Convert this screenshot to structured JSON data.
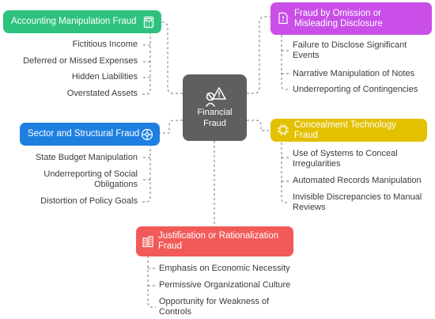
{
  "center": {
    "label_line1": "Financial",
    "label_line2": "Fraud",
    "icon": "fraud-alert-icon"
  },
  "colors": {
    "green": "#2ec27e",
    "blue": "#1e7fe0",
    "purple": "#c94fe8",
    "yellow": "#e3c000",
    "red": "#f25a5a",
    "center": "#5f5f5f",
    "connector": "#777777"
  },
  "branches": {
    "accounting": {
      "title": "Accounting Manipulation Fraud",
      "icon": "calculator-icon",
      "items": [
        "Fictitious Income",
        "Deferred or Missed Expenses",
        "Hidden Liabilities",
        "Overstated Assets"
      ]
    },
    "sector": {
      "title": "Sector and Structural Fraud",
      "icon": "network-icon",
      "items": [
        "State Budget Manipulation",
        "Underreporting of Social Obligations",
        "Distortion of Policy Goals"
      ]
    },
    "omission": {
      "title": "Fraud by Omission or Misleading Disclosure",
      "icon": "document-warning-icon",
      "items": [
        "Failure to Disclose Significant Events",
        "Narrative Manipulation of Notes",
        "Underreporting of Contingencies"
      ]
    },
    "concealment": {
      "title": "Concealment Technology Fraud",
      "icon": "circuit-icon",
      "items": [
        "Use of Systems to Conceal Irregularities",
        "Automated Records Manipulation",
        "Invisible Discrepancies to Manual Reviews"
      ]
    },
    "justification": {
      "title": "Justification or Rationalization Fraud",
      "icon": "justification-icon",
      "items": [
        "Emphasis on Economic Necessity",
        "Permissive Organizational Culture",
        "Opportunity for Weakness of Controls"
      ]
    }
  }
}
